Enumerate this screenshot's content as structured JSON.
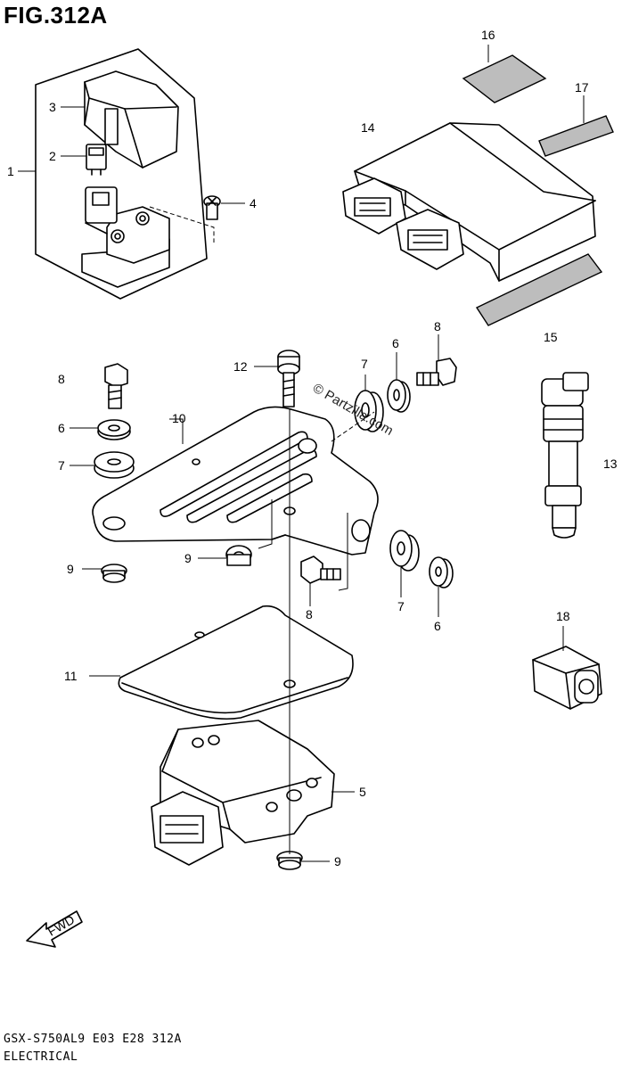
{
  "figure": {
    "title": "FIG.312A",
    "model_code": "GSX-S750AL9  E03  E28  312A",
    "category": "ELECTRICAL",
    "watermark": "© Partzilla.com",
    "fwd_label": "FWD"
  },
  "callouts": [
    {
      "id": "c1",
      "label": "1"
    },
    {
      "id": "c2",
      "label": "2"
    },
    {
      "id": "c3",
      "label": "3"
    },
    {
      "id": "c4",
      "label": "4"
    },
    {
      "id": "c5",
      "label": "5"
    },
    {
      "id": "c6a",
      "label": "6"
    },
    {
      "id": "c6b",
      "label": "6"
    },
    {
      "id": "c6c",
      "label": "6"
    },
    {
      "id": "c7a",
      "label": "7"
    },
    {
      "id": "c7b",
      "label": "7"
    },
    {
      "id": "c7c",
      "label": "7"
    },
    {
      "id": "c8a",
      "label": "8"
    },
    {
      "id": "c8b",
      "label": "8"
    },
    {
      "id": "c8c",
      "label": "8"
    },
    {
      "id": "c9a",
      "label": "9"
    },
    {
      "id": "c9b",
      "label": "9"
    },
    {
      "id": "c9c",
      "label": "9"
    },
    {
      "id": "c10",
      "label": "10"
    },
    {
      "id": "c11",
      "label": "11"
    },
    {
      "id": "c12",
      "label": "12"
    },
    {
      "id": "c13",
      "label": "13"
    },
    {
      "id": "c14",
      "label": "14"
    },
    {
      "id": "c15",
      "label": "15"
    },
    {
      "id": "c16",
      "label": "16"
    },
    {
      "id": "c17",
      "label": "17"
    },
    {
      "id": "c18",
      "label": "18"
    }
  ]
}
